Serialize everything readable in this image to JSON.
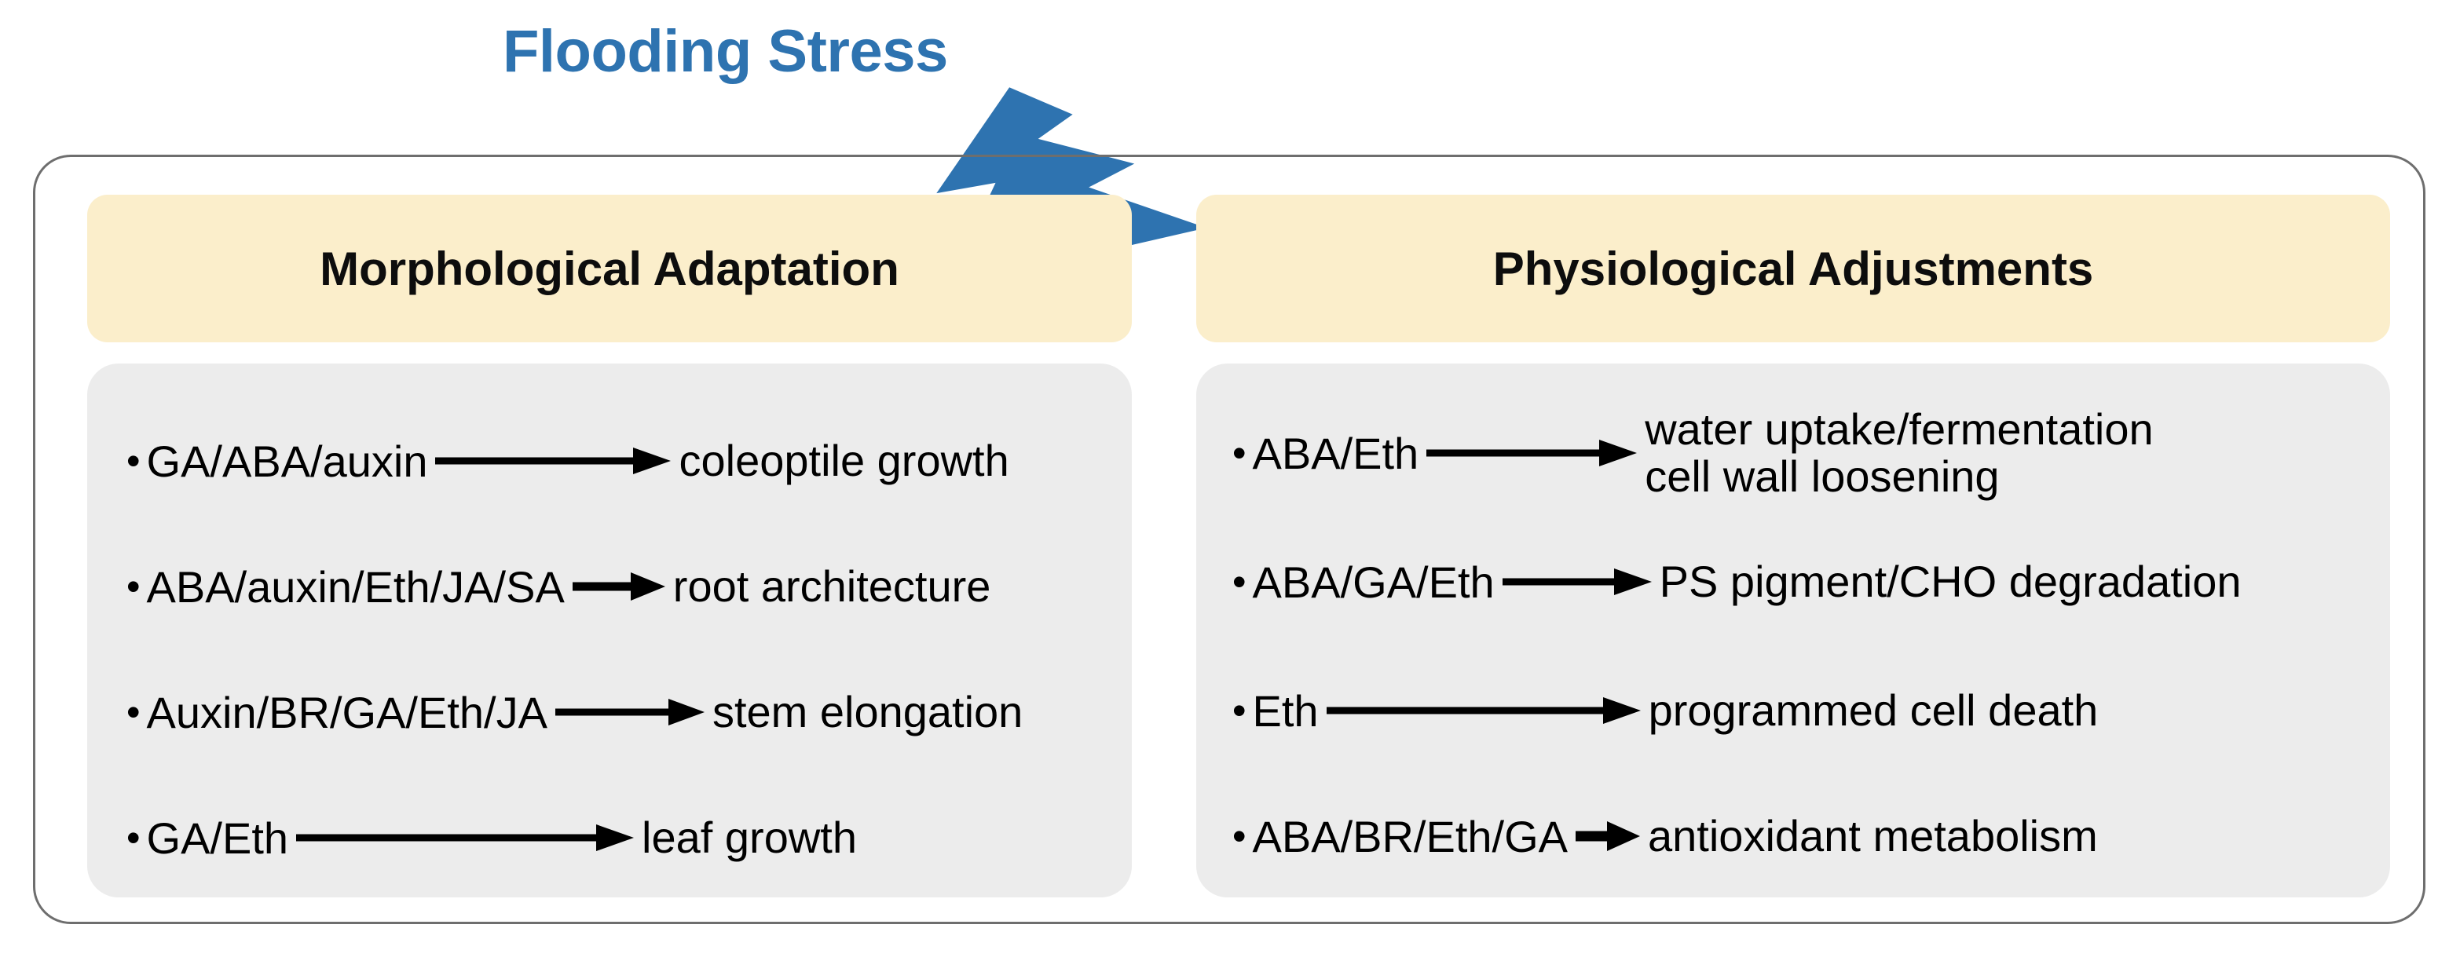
{
  "figure": {
    "stress_label": "Flooding Stress",
    "stress_icon": "lightning-bolt-icon",
    "accent_blue": "#2e73b0",
    "header_fill": "#fbeecb",
    "body_fill": "#ececec",
    "frame_stroke": "#6e6e6e",
    "text_color": "#000000"
  },
  "columns": [
    {
      "id": "morphological",
      "title": "Morphological Adaptation",
      "rows": [
        {
          "source": "GA/ABA/auxin",
          "arrow": "arrow-right-icon",
          "arrow_len": 300,
          "target": "coleoptile growth",
          "target_line2": ""
        },
        {
          "source": "ABA/auxin/Eth/JA/SA",
          "arrow": "arrow-right-icon",
          "arrow_len": 118,
          "target": "root architecture",
          "target_line2": ""
        },
        {
          "source": "Auxin/BR/GA/Eth/JA",
          "arrow": "arrow-right-icon",
          "arrow_len": 190,
          "target": "stem elongation",
          "target_line2": ""
        },
        {
          "source": "GA/Eth",
          "arrow": "arrow-right-icon",
          "arrow_len": 430,
          "target": "leaf growth",
          "target_line2": ""
        }
      ]
    },
    {
      "id": "physiological",
      "title": "Physiological Adjustments",
      "rows": [
        {
          "source": "ABA/Eth",
          "arrow": "arrow-right-icon",
          "arrow_len": 268,
          "target": "water uptake/fermentation",
          "target_line2": "cell wall loosening"
        },
        {
          "source": "ABA/GA/Eth",
          "arrow": "arrow-right-icon",
          "arrow_len": 190,
          "target": "PS pigment/CHO degradation",
          "target_line2": ""
        },
        {
          "source": "Eth",
          "arrow": "arrow-right-icon",
          "arrow_len": 400,
          "target": "programmed cell death",
          "target_line2": ""
        },
        {
          "source": "ABA/BR/Eth/GA",
          "arrow": "arrow-right-icon",
          "arrow_len": 80,
          "target": "antioxidant metabolism",
          "target_line2": ""
        }
      ]
    }
  ]
}
